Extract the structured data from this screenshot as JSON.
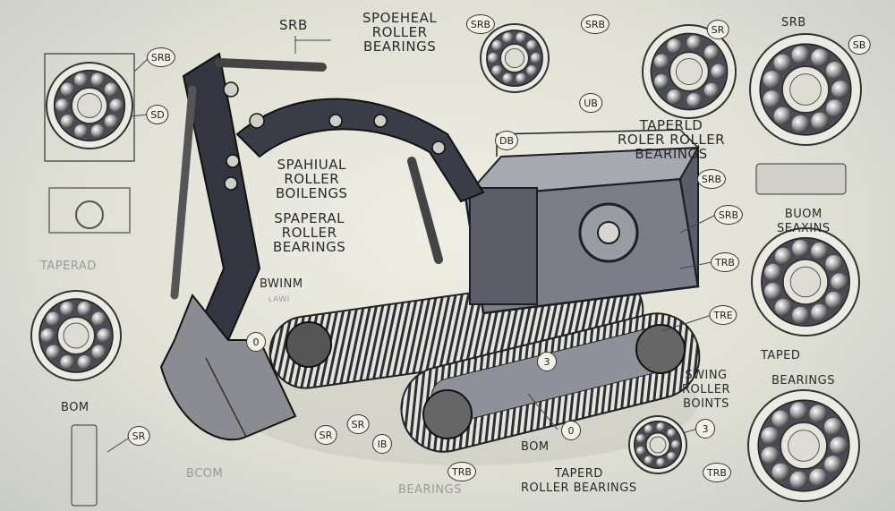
{
  "labels": {
    "srb_top": "SRB",
    "spoeheal": [
      "SPOEHEAL",
      "ROLLER",
      "BEARINGS"
    ],
    "spahiual": [
      "SPAHIUAL",
      "ROLLER",
      "BOILENGS"
    ],
    "spaperal": [
      "SPAPERAL",
      "ROLLER",
      "BEARINGS"
    ],
    "taperad": "TAPERAD",
    "bwinm": "BWINM",
    "bwinm_sub": "ʟAWI",
    "taperld": [
      "TAPERLD",
      "ROLER ROLLER",
      "BEARINGS"
    ],
    "srb_right": "SRB",
    "buom": [
      "BUOM",
      "SEAXINS"
    ],
    "taped": "TAPED",
    "bearings_right": "BEARINGS",
    "swing": [
      "SWING",
      "ROLLER",
      "BOINTS"
    ],
    "bom_left": "BOM",
    "bcom": "BCOM",
    "bom_mid": "BOM",
    "bearings_bottom": "BEARINGS",
    "taperd": [
      "TAPERD",
      "ROLLER BEARINGS"
    ]
  },
  "callouts": [
    "SRB",
    "SD",
    "SRB",
    "SRB",
    "SR",
    "SB",
    "UB",
    "DB",
    "SRB",
    "SRB",
    "TRB",
    "TRE",
    "0",
    "SR",
    "SR",
    "SR",
    "IB",
    "0",
    "TRB",
    "TRB",
    "3",
    "3"
  ],
  "colors": {
    "ink": "#2a2a2c",
    "paper": "#ecebe1",
    "steel": "#3a3d48"
  }
}
